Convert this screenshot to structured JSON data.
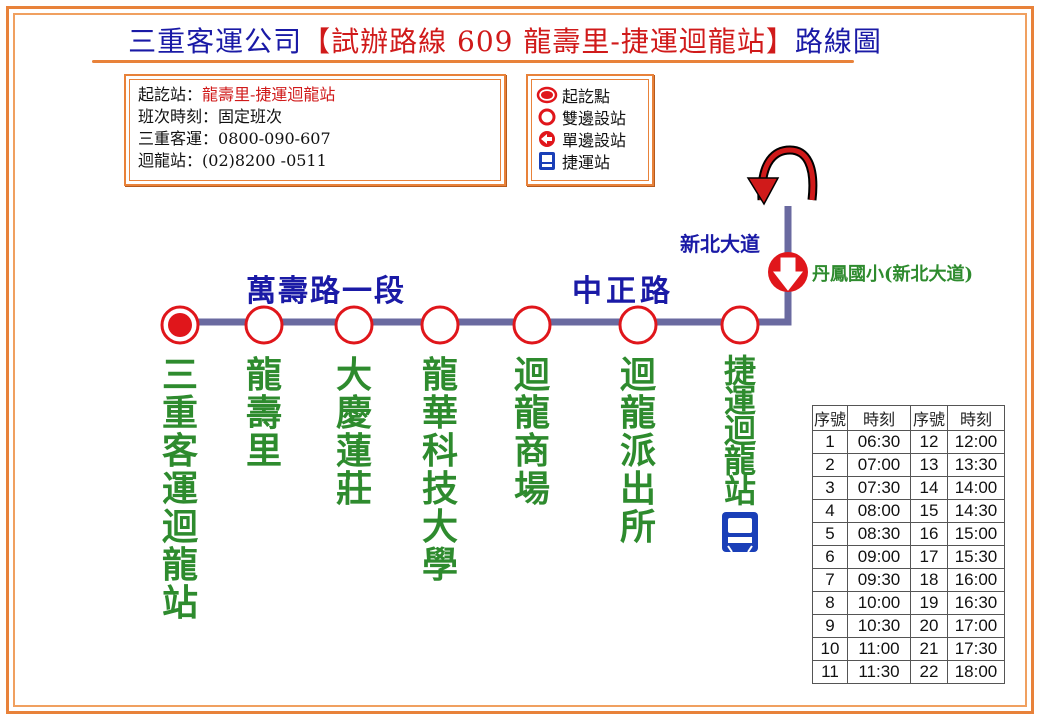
{
  "title": {
    "prefix": "三重客運公司",
    "highlight": "【試辦路線 609 龍壽里-捷運迴龍站】",
    "suffix": "路線圖"
  },
  "info": [
    {
      "label": "起訖站：",
      "value": "龍壽里-捷運迴龍站",
      "red": true
    },
    {
      "label": "班次時刻：",
      "value": "固定班次",
      "red": false
    },
    {
      "label": "三重客運：",
      "value": "0800-090-607",
      "red": false
    },
    {
      "label": "迴龍站：",
      "value": "(02)8200 -0511",
      "red": false
    }
  ],
  "legend": [
    {
      "icon": "terminal-stop-icon",
      "label": "起訖點"
    },
    {
      "icon": "two-way-stop-icon",
      "label": "雙邊設站"
    },
    {
      "icon": "one-way-stop-icon",
      "label": "單邊設站"
    },
    {
      "icon": "mrt-icon",
      "label": "捷運站"
    }
  ],
  "roads": {
    "road1": "萬壽路一段",
    "road2": "中正路",
    "road3": "新北大道"
  },
  "stops": [
    {
      "name": "三重客運迴龍站",
      "type": "terminal"
    },
    {
      "name": "龍壽里",
      "type": "two-way"
    },
    {
      "name": "大慶蓮莊",
      "type": "two-way"
    },
    {
      "name": "龍華科技大學",
      "type": "two-way"
    },
    {
      "name": "迴龍商場",
      "type": "two-way"
    },
    {
      "name": "迴龍派出所",
      "type": "two-way"
    },
    {
      "name": "捷運迴龍站",
      "type": "two-way",
      "mrt": true
    }
  ],
  "side_stop": {
    "name": "丹鳳國小(新北大道)",
    "type": "one-way"
  },
  "colors": {
    "route": "#6a6aa0",
    "stop_red": "#e0161b",
    "stop_green_text": "#2e8b2e",
    "road_blue": "#1a1aa6",
    "border_orange": "#e8823a"
  },
  "schedule": {
    "headers": [
      "序號",
      "時刻",
      "序號",
      "時刻"
    ],
    "rows": [
      [
        "1",
        "06:30",
        "12",
        "12:00"
      ],
      [
        "2",
        "07:00",
        "13",
        "13:30"
      ],
      [
        "3",
        "07:30",
        "14",
        "14:00"
      ],
      [
        "4",
        "08:00",
        "15",
        "14:30"
      ],
      [
        "5",
        "08:30",
        "16",
        "15:00"
      ],
      [
        "6",
        "09:00",
        "17",
        "15:30"
      ],
      [
        "7",
        "09:30",
        "18",
        "16:00"
      ],
      [
        "8",
        "10:00",
        "19",
        "16:30"
      ],
      [
        "9",
        "10:30",
        "20",
        "17:00"
      ],
      [
        "10",
        "11:00",
        "21",
        "17:30"
      ],
      [
        "11",
        "11:30",
        "22",
        "18:00"
      ]
    ]
  }
}
